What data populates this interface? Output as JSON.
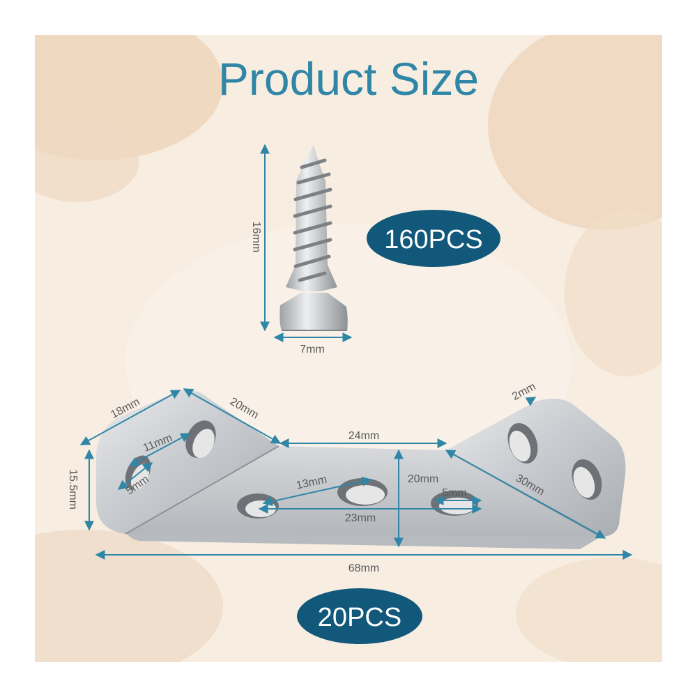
{
  "title": "Product Size",
  "screw": {
    "length_label": "16mm",
    "head_width_label": "7mm",
    "quantity_badge": "160PCS"
  },
  "bracket": {
    "side_length_label": "18mm",
    "top_slope_label": "20mm",
    "center_top_label": "24mm",
    "thickness_label": "2mm",
    "hole_spacing_small_label": "11mm",
    "hole_diameter_left_label": "5mm",
    "height_label": "15.5mm",
    "hole_spacing_center_label": "13mm",
    "center_height_label": "20mm",
    "hole_diameter_right_label": "5mm",
    "hole_span_label": "23mm",
    "right_slope_label": "30mm",
    "total_length_label": "68mm",
    "quantity_badge": "20PCS"
  },
  "colors": {
    "title": "#2f86a6",
    "dimension_line": "#2f86a6",
    "badge": "#12587b",
    "background": "#f7ede1"
  }
}
